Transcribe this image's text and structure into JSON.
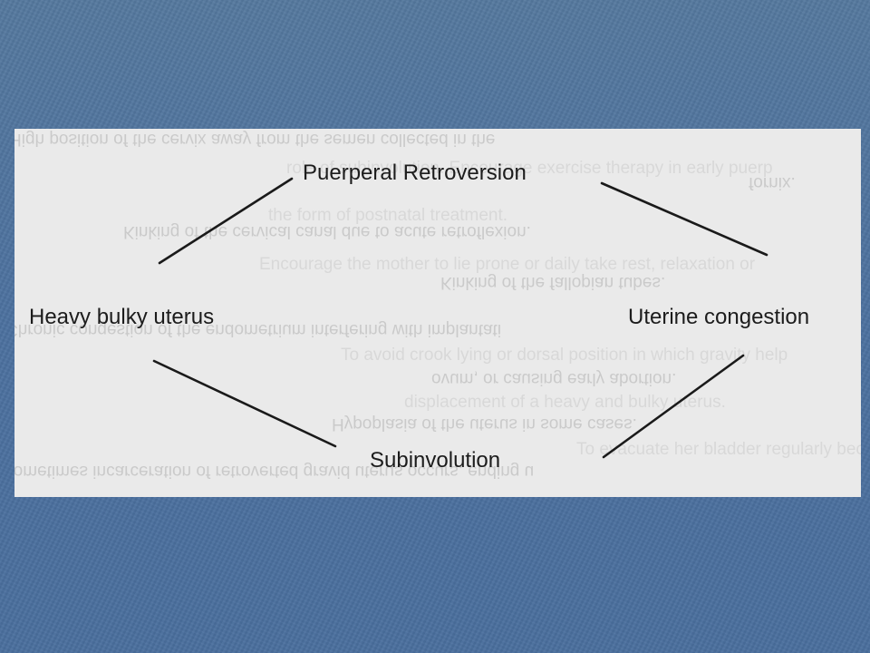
{
  "diagram": {
    "nodes": {
      "top": "Puerperal Retroversion",
      "left": "Heavy bulky uterus",
      "right": "Uterine congestion",
      "bottom": "Subinvolution"
    },
    "edges": [
      {
        "from": "top",
        "to": "left"
      },
      {
        "from": "top",
        "to": "right"
      },
      {
        "from": "right",
        "to": "bottom"
      },
      {
        "from": "left",
        "to": "bottom"
      }
    ]
  },
  "bleed_through_text": [
    "High  position of the cervix away from the semen collected in the",
    "fornix.",
    "Kinking of the cervical canal due to acute retroflexion.",
    "Kinking of the fallopian tubes.",
    "Chronic  congestion of the endometrium interfering with implantati",
    "ovum, or causing early abortion.",
    "Hypoplasia of the uterus in some cases.",
    "Sometimes  incarceration of retroverted gravid uterus occurs, ending u"
  ],
  "bleed_through_faint": [
    "role of subinvolution. Encourage exercise therapy in early puerp",
    "the form of postnatal treatment.",
    "Encourage the mother to lie prone or daily take rest, relaxation or",
    "To avoid crook lying or dorsal position in which gravity help",
    "displacement of a heavy and bulky uterus.",
    "To evacuate her bladder regularly because the full bladder"
  ],
  "colors": {
    "slide_background": "#4e74a2",
    "panel_background": "#eaeaea",
    "text": "#1c1c1c",
    "lines": "#1a1a1a"
  }
}
